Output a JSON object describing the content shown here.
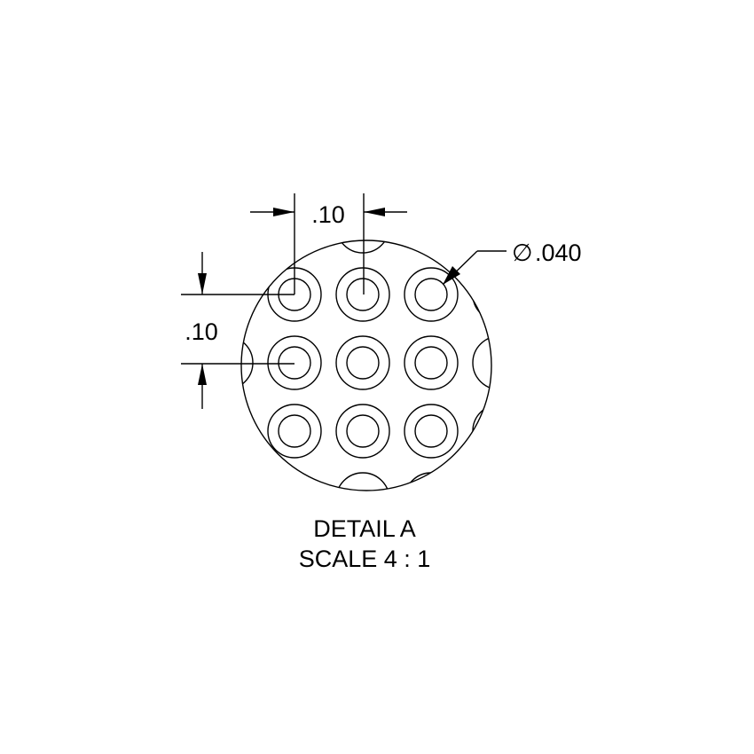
{
  "drawing": {
    "dimensions": {
      "horizontal_spacing": ".10",
      "vertical_spacing": ".10",
      "diameter_symbol": "∅",
      "diameter_value": ".040"
    },
    "hole_grid": {
      "rows": 3,
      "columns": 3
    },
    "caption": {
      "title": "DETAIL A",
      "scale": "SCALE 4 : 1"
    },
    "line_color": "#000000",
    "background_color": "#ffffff"
  }
}
